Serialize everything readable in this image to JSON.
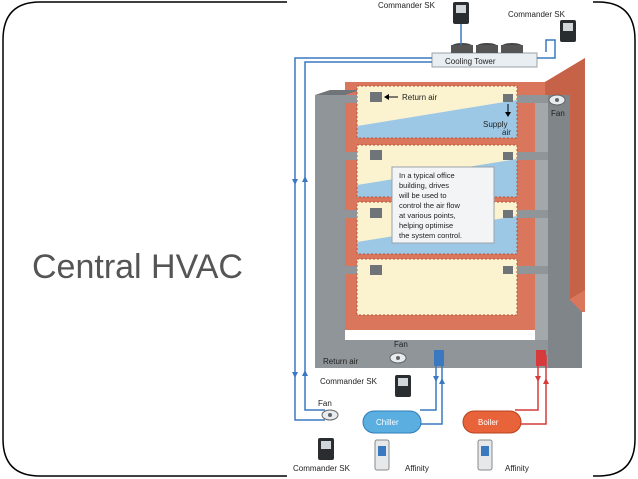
{
  "slide": {
    "title": "Central HVAC"
  },
  "diagram": {
    "labels": {
      "commander_sk_top": "Commander SK",
      "commander_sk_top_right": "Commander SK",
      "cooling_tower": "Cooling Tower",
      "return_air_top": "Return air",
      "supply_air_line1": "Supply",
      "supply_air_line2": "air",
      "fan_right": "Fan",
      "note_lines": [
        "In a typical office",
        "building, drives",
        "will be used to",
        "control the air flow",
        "at various points,",
        "helping optimise",
        "the system control."
      ],
      "fan_bottom": "Fan",
      "return_air_bottom": "Return air",
      "commander_sk_mid": "Commander SK",
      "fan_left": "Fan",
      "chiller": "Chiller",
      "boiler": "Boiler",
      "commander_sk_bottom": "Commander SK",
      "affinity_left": "Affinity",
      "affinity_right": "Affinity"
    },
    "colors": {
      "wall_red": "#d9765c",
      "wall_red_dark": "#c56248",
      "duct_gray": "#8f9599",
      "duct_gray_dark": "#6e7478",
      "floor_blue": "#9cc8e6",
      "floor_cream": "#fbf2cf",
      "pipe_blue": "#3a78c0",
      "pipe_red": "#d63a3a",
      "chiller_blue": "#5aaee0",
      "boiler_orange": "#e8623a"
    }
  }
}
